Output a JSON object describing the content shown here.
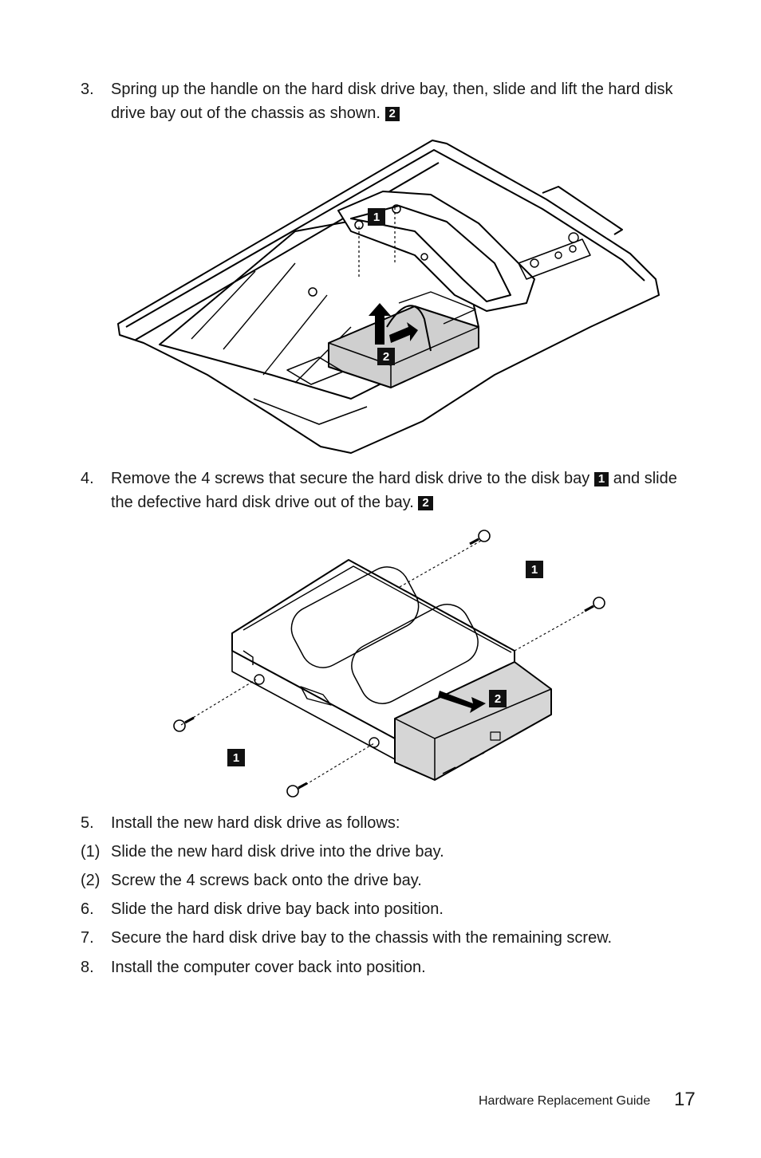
{
  "steps": [
    {
      "num": "3.",
      "text": "Spring up the handle on the hard disk drive bay, then, slide and lift the hard disk drive bay out of the chassis as shown.",
      "badges": [
        "2"
      ]
    },
    {
      "num": "4.",
      "text_a": "Remove the 4 screws that secure the hard disk drive to the disk bay",
      "badge_a": "1",
      "text_b": "and slide the defective hard disk drive out of the bay.",
      "badge_b": "2"
    },
    {
      "num": "5.",
      "text": "Install the new hard disk drive as follows:"
    },
    {
      "num": "(1)",
      "text": "Slide the new hard disk drive into the drive bay."
    },
    {
      "num": "(2)",
      "text": "Screw the 4 screws back onto the drive bay."
    },
    {
      "num": "6.",
      "text": "Slide the hard disk drive bay back into position."
    },
    {
      "num": "7.",
      "text": "Secure the hard disk drive bay to the chassis with the remaining screw."
    },
    {
      "num": "8.",
      "text": "Install the computer cover back into position."
    }
  ],
  "figure1": {
    "callouts": [
      "1",
      "2"
    ]
  },
  "figure2": {
    "callouts": [
      "1",
      "2",
      "1"
    ]
  },
  "footer": {
    "label": "Hardware Replacement Guide",
    "page": "17"
  }
}
